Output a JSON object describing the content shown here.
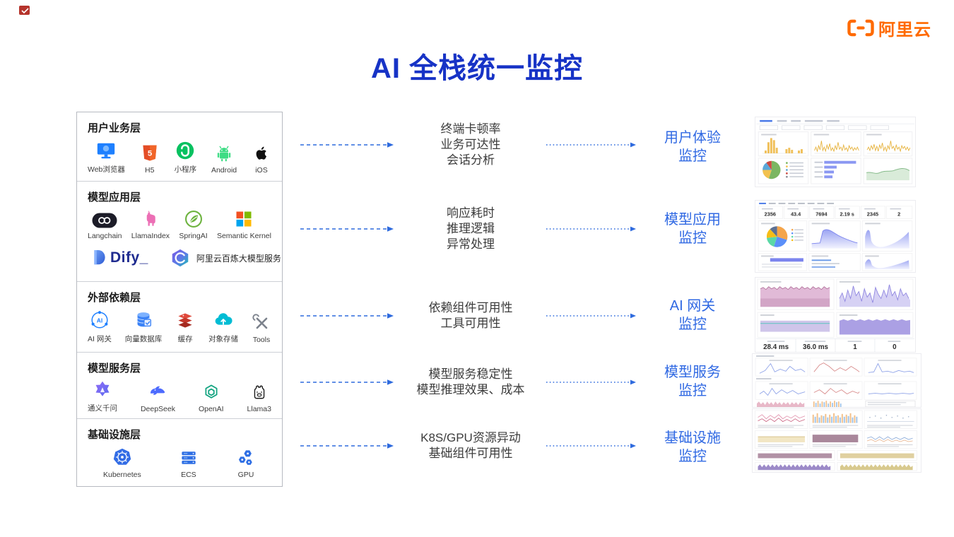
{
  "page": {
    "title": "AI 全栈统一监控",
    "brand": "阿里云"
  },
  "colors": {
    "title_blue": "#1733C6",
    "label_blue": "#3069E3",
    "arrow_blue": "#2F6BDE",
    "brand_orange": "#FF6A00"
  },
  "stack": {
    "layers": [
      {
        "label": "用户业务层",
        "items": [
          "Web浏览器",
          "H5",
          "小程序",
          "Android",
          "iOS"
        ]
      },
      {
        "label": "模型应用层",
        "items": [
          "Langchain",
          "LlamaIndex",
          "SpringAI",
          "Semantic Kernel"
        ],
        "row2": [
          "Dify_",
          "阿里云百炼大模型服务"
        ]
      },
      {
        "label": "外部依赖层",
        "items": [
          "AI 网关",
          "向量数据库",
          "缓存",
          "对象存储",
          "Tools"
        ]
      },
      {
        "label": "模型服务层",
        "items": [
          "通义千问",
          "DeepSeek",
          "OpenAI",
          "Llama3"
        ]
      },
      {
        "label": "基础设施层",
        "items": [
          "Kubernetes",
          "ECS",
          "GPU"
        ]
      }
    ]
  },
  "flows": [
    {
      "metrics": [
        "终端卡顿率",
        "业务可达性",
        "会话分析"
      ],
      "monitor": [
        "用户体验",
        "监控"
      ]
    },
    {
      "metrics": [
        "响应耗时",
        "推理逻辑",
        "异常处理"
      ],
      "monitor": [
        "模型应用",
        "监控"
      ]
    },
    {
      "metrics": [
        "依赖组件可用性",
        "工具可用性"
      ],
      "monitor": [
        "AI 网关",
        "监控"
      ]
    },
    {
      "metrics": [
        "模型服务稳定性",
        "模型推理效果、成本"
      ],
      "monitor": [
        "模型服务",
        "监控"
      ]
    },
    {
      "metrics": [
        "K8S/GPU资源异动",
        "基础组件可用性"
      ],
      "monitor": [
        "基础设施",
        "监控"
      ]
    }
  ],
  "dashboards": {
    "model_app_stats": [
      "2356",
      "43.4",
      "7694",
      "2.19 s",
      "2345",
      "2"
    ],
    "gateway_stats": [
      "28.4 ms",
      "36.0 ms",
      "1",
      "0"
    ]
  }
}
